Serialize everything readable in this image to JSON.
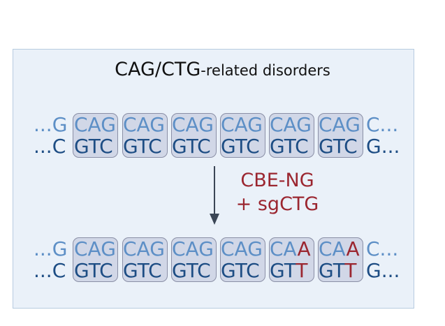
{
  "title": {
    "main": "CAG/CTG",
    "suffix": "-related disorders"
  },
  "before": {
    "top": {
      "left": "...G",
      "repeats": [
        "CAG",
        "CAG",
        "CAG",
        "CAG",
        "CAG",
        "CAG"
      ],
      "right": "C..."
    },
    "bottom": {
      "left": "...C",
      "repeats": [
        "GTC",
        "GTC",
        "GTC",
        "GTC",
        "GTC",
        "GTC"
      ],
      "right": "G..."
    }
  },
  "edit": {
    "enzyme": "CBE-NG",
    "guide": "+ sgCTG"
  },
  "after": {
    "top": {
      "left": "...G",
      "repeats": [
        "CAG",
        "CAG",
        "CAG",
        "CAG",
        "CA",
        "CA"
      ],
      "mutated": [
        "",
        "",
        "",
        "",
        "A",
        "A"
      ],
      "right": "C..."
    },
    "bottom": {
      "left": "...C",
      "repeats": [
        "GTC",
        "GTC",
        "GTC",
        "GTC",
        "GT",
        "GT"
      ],
      "mutated": [
        "",
        "",
        "",
        "",
        "T",
        "T"
      ],
      "right": "G..."
    }
  },
  "colors": {
    "top_strand": "#5d8fc6",
    "bottom_strand": "#1d4d84",
    "mutation": "#9b2630",
    "box_fill": "#cdd2e4"
  }
}
